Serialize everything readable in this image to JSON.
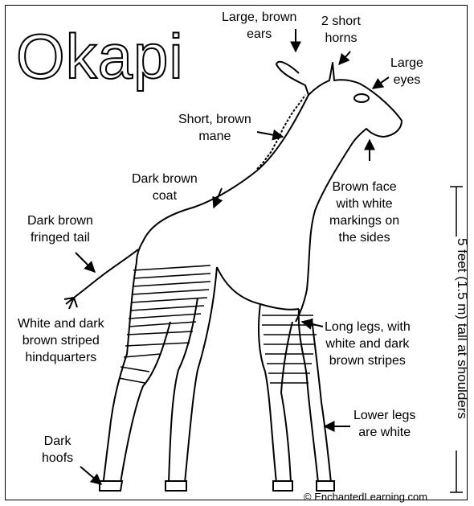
{
  "title": "Okapi",
  "labels": {
    "ears": "Large, brown\nears",
    "horns": "2 short\nhorns",
    "eyes": "Large\neyes",
    "mane": "Short, brown\nmane",
    "coat": "Dark brown\ncoat",
    "face": "Brown face\nwith white\nmarkings on\nthe sides",
    "tail": "Dark brown\nfringed tail",
    "hindquarters": "White and dark\nbrown striped\nhindquarters",
    "legs": "Long legs, with\nwhite and dark\nbrown stripes",
    "lower_legs": "Lower legs\nare white",
    "hoofs": "Dark\nhoofs"
  },
  "height": "5 feet (1.5 m) tall at shoulders",
  "credit": "© EnchantedLearning.com"
}
